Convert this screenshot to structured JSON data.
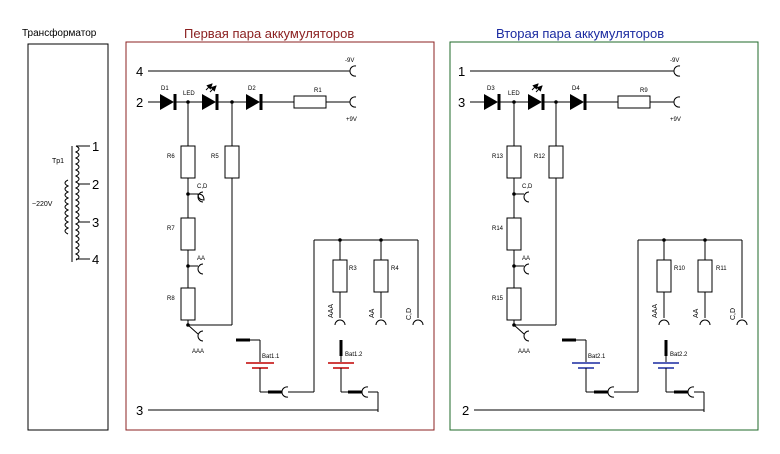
{
  "transformer": {
    "title": "Трансформатор",
    "label": "Tp1",
    "voltage": "~220V",
    "pins": [
      "1",
      "2",
      "3",
      "4"
    ]
  },
  "panel1": {
    "title": "Первая пара аккумуляторов",
    "border_color": "#8b2020",
    "line_labels": [
      "4",
      "2",
      "3"
    ],
    "diodes": [
      "D1",
      "LED",
      "D2"
    ],
    "resistors": [
      "R1",
      "R6",
      "R5",
      "R7",
      "R8",
      "R3",
      "R4"
    ],
    "supply": [
      "-9V",
      "+9V"
    ],
    "taps": [
      "C,D",
      "AA",
      "AAA"
    ],
    "out_labels": [
      "AAA",
      "AA",
      "C,D"
    ],
    "batteries": [
      "Bat1.1",
      "Bat1.2"
    ],
    "battery_color": "#c00000"
  },
  "panel2": {
    "title": "Вторая пара аккумуляторов",
    "border_color": "#1f6a2a",
    "line_labels": [
      "1",
      "3",
      "2"
    ],
    "diodes": [
      "D3",
      "LED",
      "D4"
    ],
    "resistors": [
      "R9",
      "R13",
      "R12",
      "R14",
      "R15",
      "R10",
      "R11"
    ],
    "supply": [
      "-9V",
      "+9V"
    ],
    "taps": [
      "C,D",
      "AA",
      "AAA"
    ],
    "out_labels": [
      "AAA",
      "AA",
      "C,D"
    ],
    "batteries": [
      "Bat2.1",
      "Bat2.2"
    ],
    "battery_color": "#1a2aa0"
  },
  "colors": {
    "panel1_title": "#8b2020",
    "panel2_title": "#1a2aa0"
  }
}
